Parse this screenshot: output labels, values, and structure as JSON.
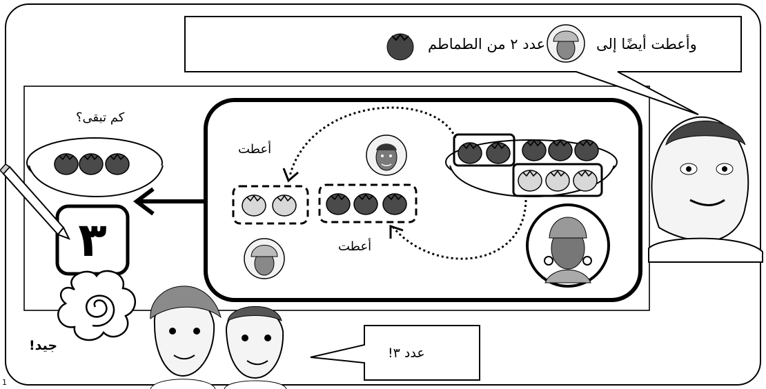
{
  "speech_top": {
    "part1": "وأعطت أيضًا إلى",
    "part2": "عدد ٢ من الطماطم"
  },
  "question": "كم تبقى؟",
  "label_gave_top": "أعطت",
  "label_gave_bottom": "أعطت",
  "answer_box": "٣",
  "praise": "جيد!",
  "speech_bottom": "عدد ٣!",
  "page_number": "1",
  "counts": {
    "bowl_total": 8,
    "remaining": 3,
    "given_first": 3,
    "given_second": 2
  }
}
